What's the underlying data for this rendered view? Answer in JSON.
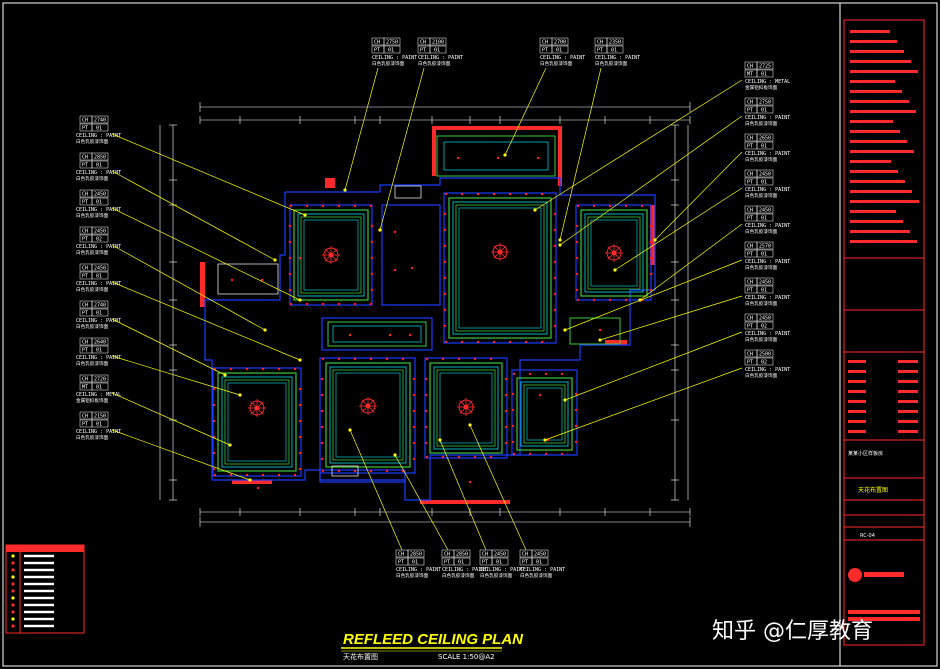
{
  "drawing": {
    "title": "REFLEED CEILING PLAN",
    "subtitle_cn": "天花布置图",
    "scale_label": "SCALE  1:50@A2"
  },
  "watermark": "知乎 @仁厚教育",
  "colors": {
    "background": "#000000",
    "frame": "#ffffff",
    "leader": "#ffff00",
    "wall": "#ff2a2a",
    "ceiling_cyan": "#00c8c8",
    "ceiling_green": "#3cc83c",
    "blue_outline": "#1a3cff",
    "light_point": "#ff2020"
  },
  "tags": {
    "top": [
      {
        "ch": "2750",
        "pt": "01",
        "ceiling": "CEILING : PAINT",
        "desc": "白色乳胶漆饰面"
      },
      {
        "ch": "2100",
        "pt": "01",
        "ceiling": "CEILING : PAINT",
        "desc": "白色乳胶漆饰面"
      },
      {
        "ch": "2700",
        "pt": "01",
        "ceiling": "CEILING : PAINT",
        "desc": "白色乳胶漆饰面"
      },
      {
        "ch": "2350",
        "pt": "01",
        "ceiling": "CEILING : PAINT",
        "desc": "白色乳胶漆饰面"
      }
    ],
    "left": [
      {
        "ch": "2740",
        "pt": "01",
        "ceiling": "CEILING : PAINT",
        "desc": "白色乳胶漆饰面"
      },
      {
        "ch": "2850",
        "pt": "01",
        "ceiling": "CEILING : PAINT",
        "desc": "白色乳胶漆饰面"
      },
      {
        "ch": "2450",
        "pt": "01",
        "ceiling": "CEILING : PAINT",
        "desc": "白色乳胶漆饰面"
      },
      {
        "ch": "2450",
        "pt": "02",
        "ceiling": "CEILING : PAINT",
        "desc": "白色乳胶漆饰面"
      },
      {
        "ch": "2450",
        "pt": "01",
        "ceiling": "CEILING : PAINT",
        "desc": "白色乳胶漆饰面"
      },
      {
        "ch": "2740",
        "pt": "01",
        "ceiling": "CEILING : PAINT",
        "desc": "白色乳胶漆饰面"
      },
      {
        "ch": "2640",
        "pt": "01",
        "ceiling": "CEILING : PAINT",
        "desc": "白色乳胶漆饰面"
      },
      {
        "ch": "2720",
        "pt": "01",
        "ceiling": "CEILING : METAL",
        "desc": "金属铝扣板饰面"
      },
      {
        "ch": "2150",
        "pt": "01",
        "ceiling": "CEILING : PAINT",
        "desc": "白色乳胶漆饰面"
      }
    ],
    "right": [
      {
        "ch": "2725",
        "pt": "01",
        "ceiling": "CEILING : METAL",
        "desc": "金属铝扣板饰面"
      },
      {
        "ch": "2750",
        "pt": "01",
        "ceiling": "CEILING : PAINT",
        "desc": "白色乳胶漆饰面"
      },
      {
        "ch": "2650",
        "pt": "01",
        "ceiling": "CEILING : PAINT",
        "desc": "白色乳胶漆饰面"
      },
      {
        "ch": "2450",
        "pt": "01",
        "ceiling": "CEILING : PAINT",
        "desc": "白色乳胶漆饰面"
      },
      {
        "ch": "2450",
        "pt": "01",
        "ceiling": "CEILING : PAINT",
        "desc": "白色乳胶漆饰面"
      },
      {
        "ch": "2570",
        "pt": "01",
        "ceiling": "CEILING : PAINT",
        "desc": "白色乳胶漆饰面"
      },
      {
        "ch": "2450",
        "pt": "01",
        "ceiling": "CEILING : PAINT",
        "desc": "白色乳胶漆饰面"
      },
      {
        "ch": "2450",
        "pt": "02",
        "ceiling": "CEILING : PAINT",
        "desc": "白色乳胶漆饰面"
      },
      {
        "ch": "2500",
        "pt": "02",
        "ceiling": "CEILING : PAINT",
        "desc": "白色乳胶漆饰面"
      }
    ],
    "bottom": [
      {
        "ch": "2850",
        "pt": "01",
        "ceiling": "CEILING : PAINT",
        "desc": "白色乳胶漆饰面"
      },
      {
        "ch": "2850",
        "pt": "01",
        "ceiling": "CEILING : PAINT",
        "desc": "白色乳胶漆饰面"
      },
      {
        "ch": "2450",
        "pt": "01",
        "ceiling": "CEILING : PAINT",
        "desc": "白色乳胶漆饰面"
      },
      {
        "ch": "2450",
        "pt": "01",
        "ceiling": "CEILING : PAINT",
        "desc": "白色乳胶漆饰面"
      }
    ]
  },
  "legend_rows": 11,
  "title_block": {
    "drawing_name": "天花布置图",
    "project": "某某小区样板房",
    "sheet_no": "RC-04"
  }
}
